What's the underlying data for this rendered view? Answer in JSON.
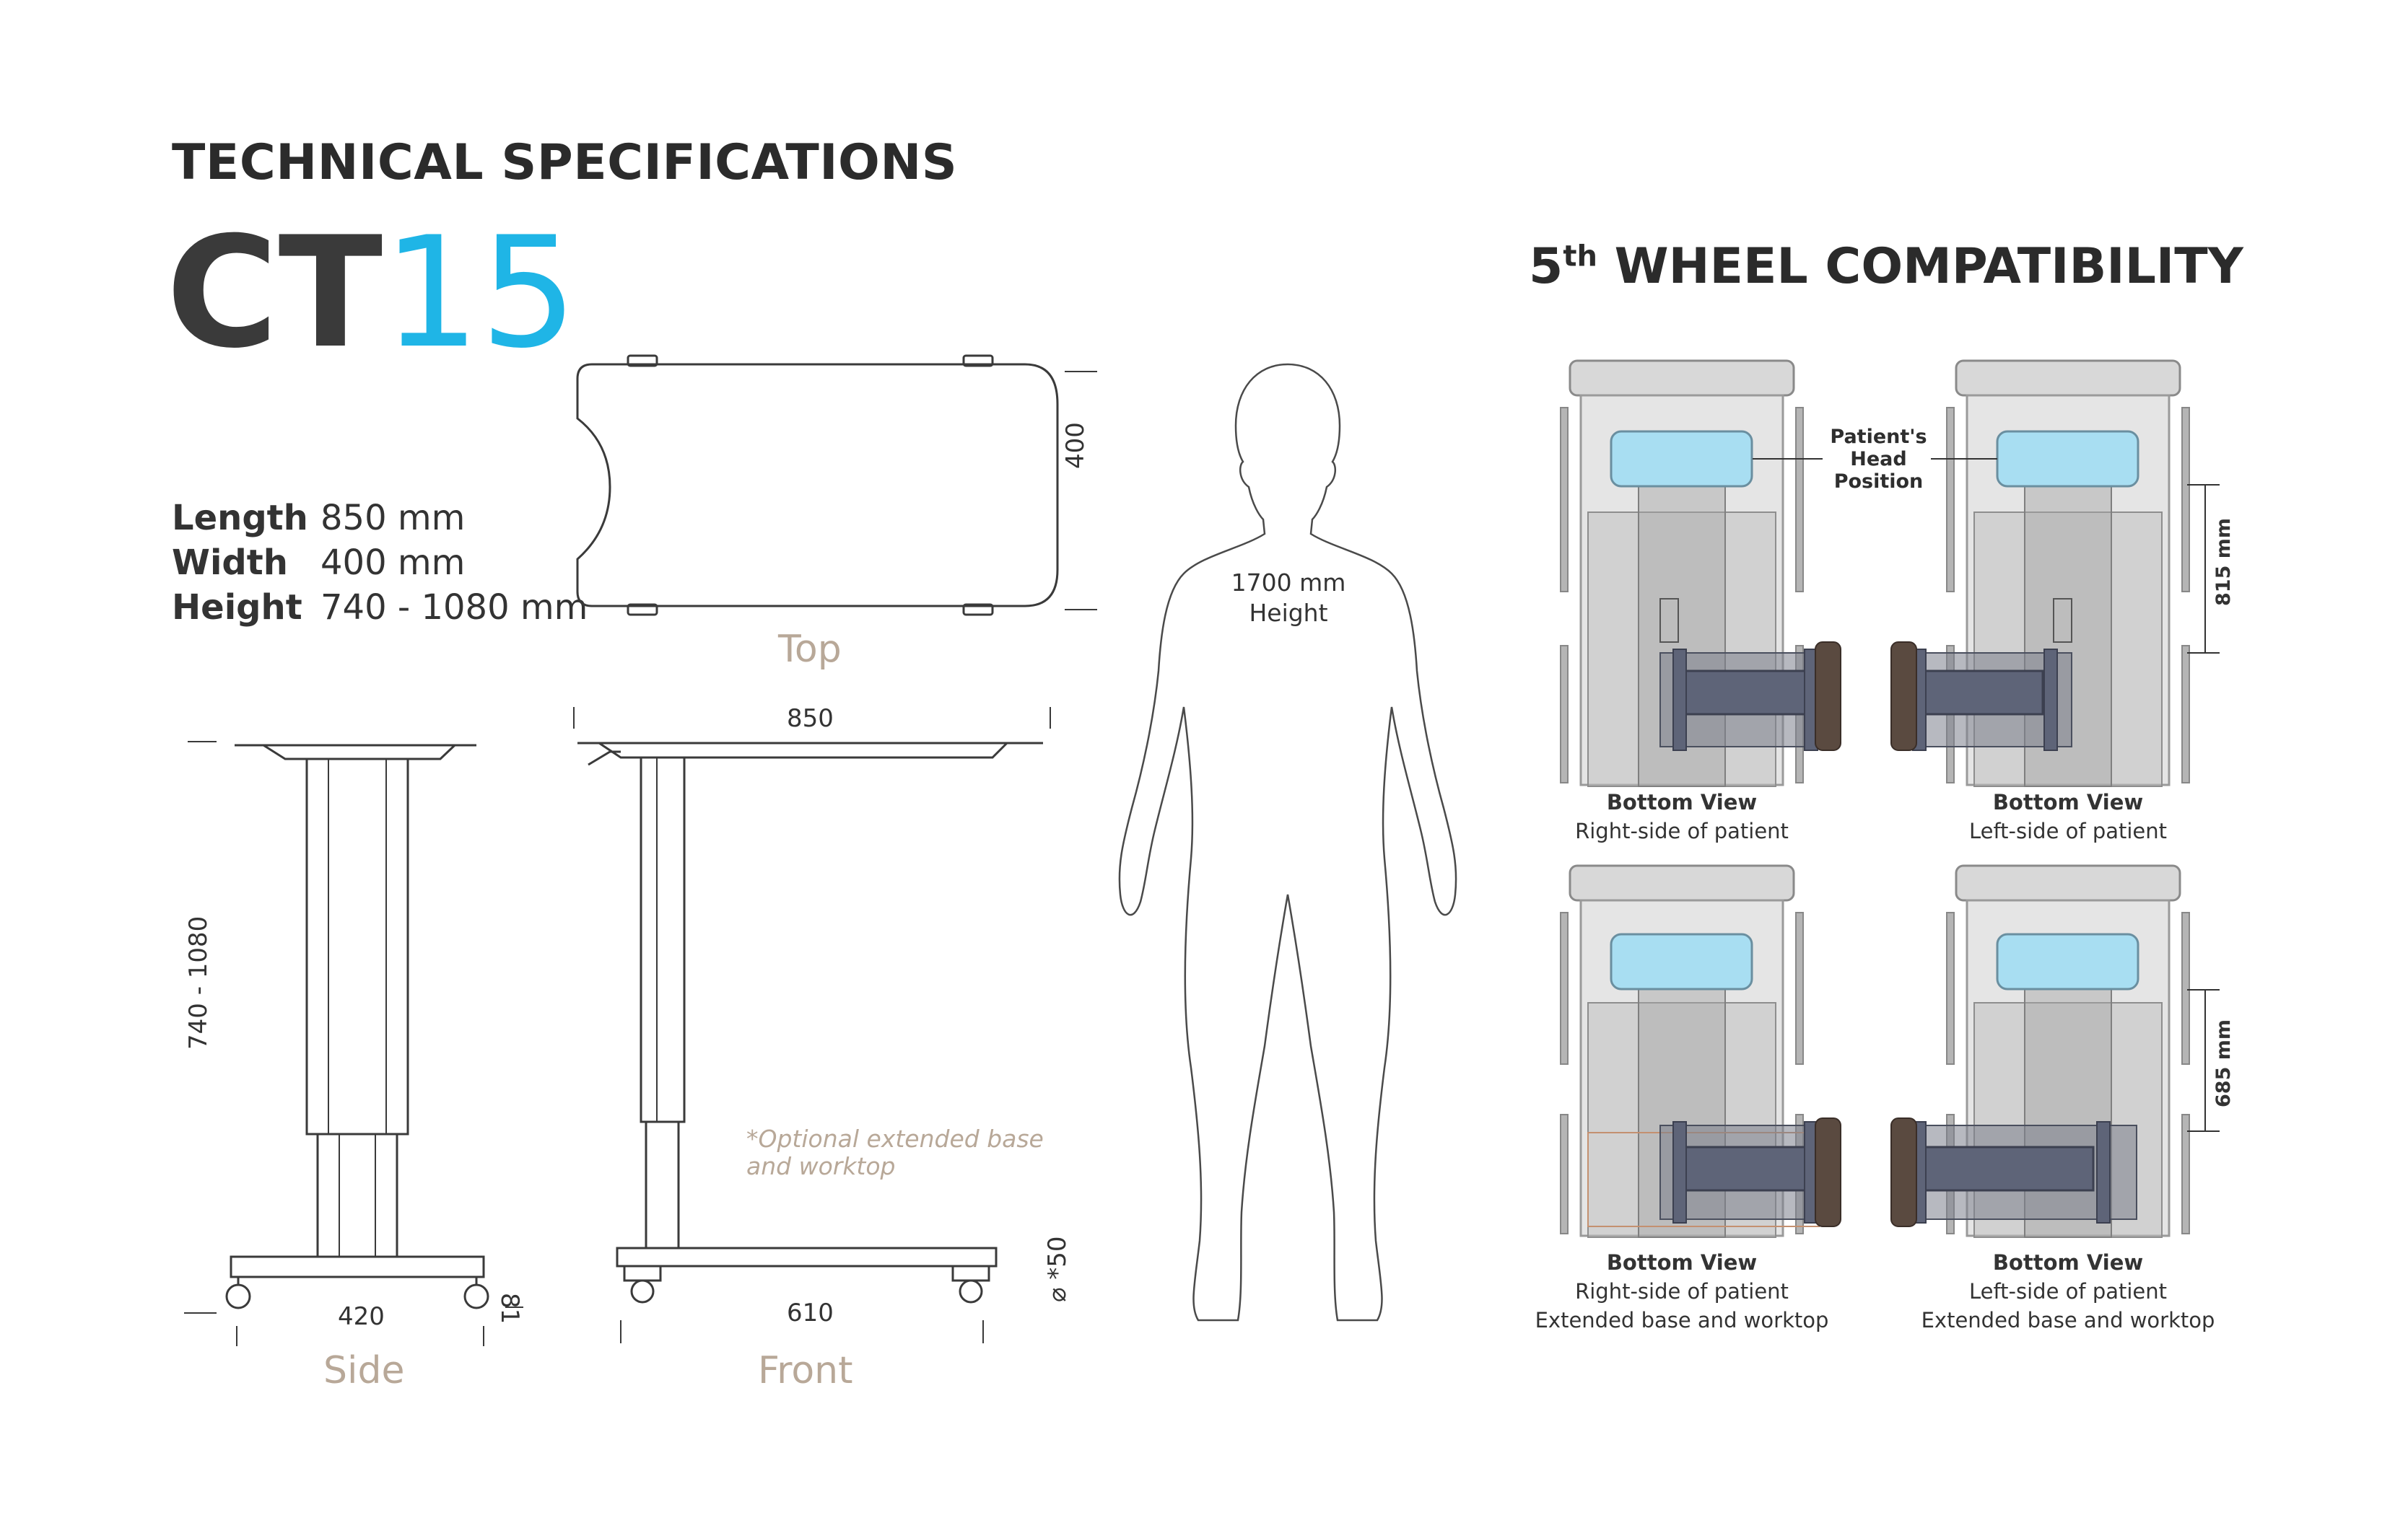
{
  "header": {
    "title": "TECHNICAL SPECIFICATIONS",
    "model_prefix": "CT",
    "model_number": "15"
  },
  "specs": [
    {
      "label": "Length",
      "value": "850 mm"
    },
    {
      "label": "Width",
      "value": "400 mm"
    },
    {
      "label": "Height",
      "value": "740 - 1080 mm"
    }
  ],
  "views": {
    "top": "Top",
    "side": "Side",
    "front": "Front"
  },
  "dimensions": {
    "top_width": "400",
    "front_length": "850",
    "side_height": "740 - 1080",
    "side_base": "420",
    "side_wheel_height": "81",
    "front_base": "610",
    "front_wheel_diameter": "⌀ *50",
    "human_height_value": "1700 mm",
    "human_height_label": "Height",
    "wheel_offset_1": "815 mm",
    "wheel_offset_2": "685 mm"
  },
  "note": "*Optional extended base and worktop",
  "wheel_section": {
    "title_number": "5",
    "title_suffix": "th",
    "title_rest": " WHEEL COMPATIBILITY",
    "head_label_line1": "Patient's",
    "head_label_line2": "Head",
    "head_label_line3": "Position",
    "panels": [
      {
        "title": "Bottom View",
        "line1": "Right-side of patient",
        "line2": ""
      },
      {
        "title": "Bottom View",
        "line1": "Left-side of patient",
        "line2": ""
      },
      {
        "title": "Bottom View",
        "line1": "Right-side of patient",
        "line2": "Extended base and worktop"
      },
      {
        "title": "Bottom View",
        "line1": "Left-side of patient",
        "line2": "Extended base and worktop"
      }
    ]
  },
  "colors": {
    "accent": "#1fb5e6",
    "view_label": "#b8a898",
    "head_position": "#a8def2",
    "bed_frame": "#9a9a9a",
    "table_column": "#5e6478"
  }
}
